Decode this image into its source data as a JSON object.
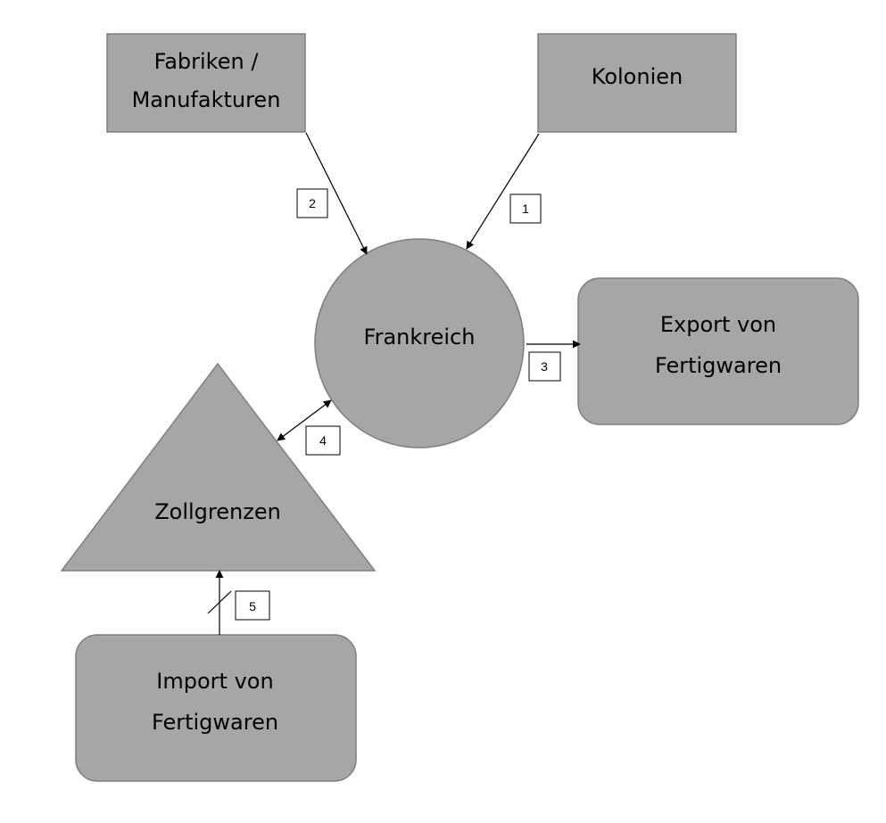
{
  "colors": {
    "shape_fill": "#a6a6a6",
    "shape_stroke": "#7f7f7f",
    "line": "#000000",
    "background": "#ffffff"
  },
  "nodes": {
    "fabriken": {
      "line1": "Fabriken /",
      "line2": "Manufakturen"
    },
    "kolonien": {
      "label": "Kolonien"
    },
    "frankreich": {
      "label": "Frankreich"
    },
    "export": {
      "line1": "Export von",
      "line2": "Fertigwaren"
    },
    "zollgrenzen": {
      "label": "Zollgrenzen"
    },
    "import": {
      "line1": "Import von",
      "line2": "Fertigwaren"
    }
  },
  "edges": {
    "e1": {
      "label": "1"
    },
    "e2": {
      "label": "2"
    },
    "e3": {
      "label": "3"
    },
    "e4": {
      "label": "4"
    },
    "e5": {
      "label": "5"
    }
  }
}
